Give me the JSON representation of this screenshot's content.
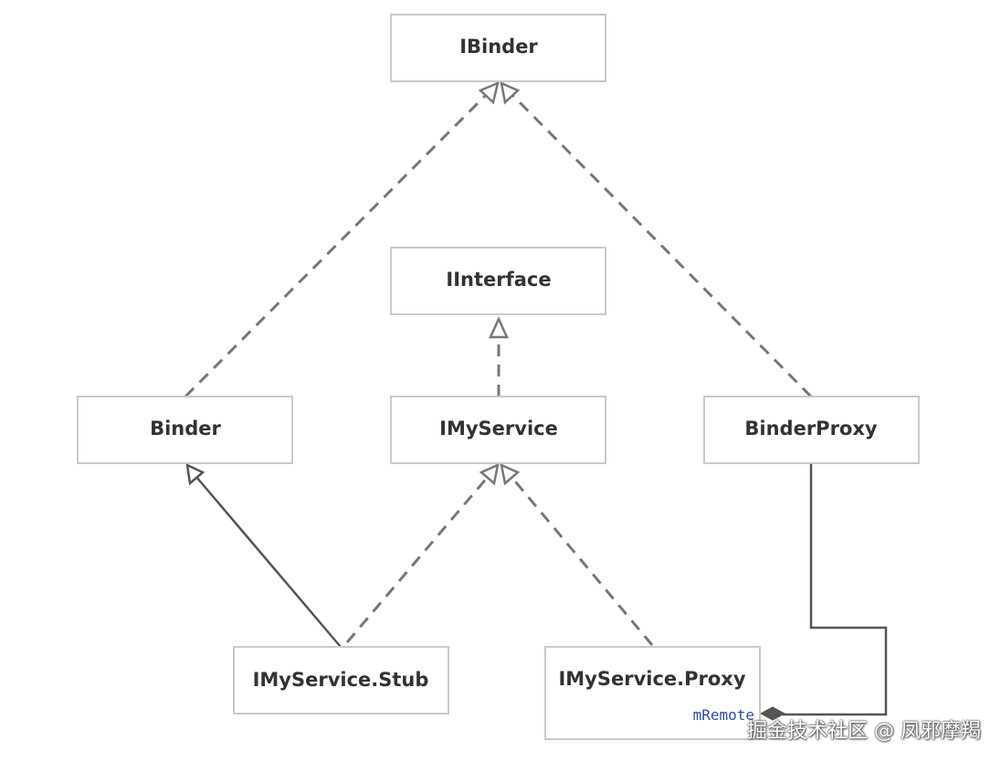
{
  "nodes": {
    "ibinder": {
      "label": "IBinder"
    },
    "iinterface": {
      "label": "IInterface"
    },
    "binder": {
      "label": "Binder"
    },
    "imyservice": {
      "label": "IMyService"
    },
    "binderproxy": {
      "label": "BinderProxy"
    },
    "stub": {
      "label": "IMyService.Stub"
    },
    "proxy": {
      "label": "IMyService.Proxy",
      "field": "mRemote"
    }
  },
  "edges": [
    {
      "from": "binder",
      "to": "ibinder",
      "style": "dashed",
      "head": "hollow-triangle"
    },
    {
      "from": "binderproxy",
      "to": "ibinder",
      "style": "dashed",
      "head": "hollow-triangle"
    },
    {
      "from": "imyservice",
      "to": "iinterface",
      "style": "dashed",
      "head": "hollow-triangle"
    },
    {
      "from": "stub",
      "to": "binder",
      "style": "solid",
      "head": "hollow-triangle"
    },
    {
      "from": "stub",
      "to": "imyservice",
      "style": "dashed",
      "head": "hollow-triangle"
    },
    {
      "from": "proxy",
      "to": "imyservice",
      "style": "dashed",
      "head": "hollow-triangle"
    },
    {
      "from": "proxy",
      "to": "binderproxy",
      "style": "solid",
      "head": "filled-diamond"
    }
  ],
  "colors": {
    "box_border": "#c9c9c9",
    "text": "#333333",
    "edge": "#777777",
    "field_text": "#2a4ea3"
  },
  "watermark": "掘金技术社区 @ 凤邪摩羯"
}
